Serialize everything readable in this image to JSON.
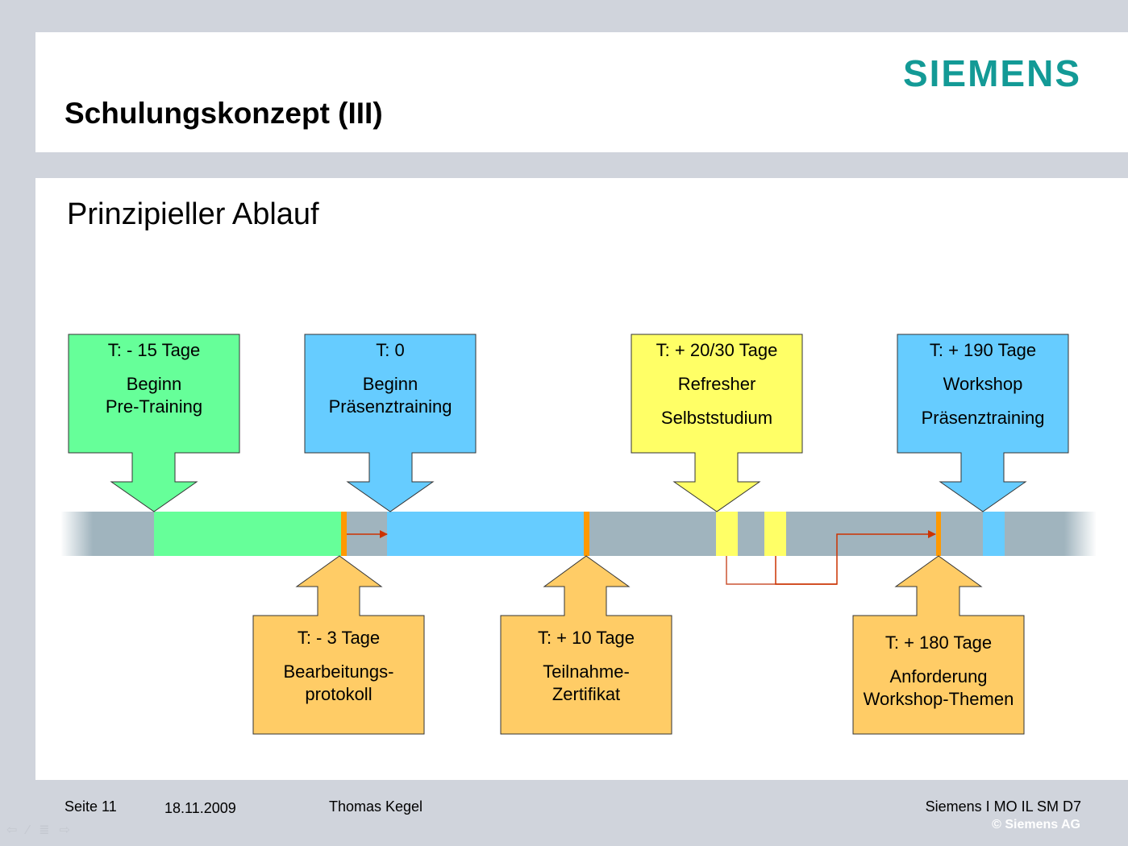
{
  "header": {
    "title": "Schulungskonzept (III)",
    "logo": "SIEMENS"
  },
  "subtitle": "Prinzipieller Ablauf",
  "callouts_top": [
    {
      "time": "T: - 15 Tage",
      "lines": [
        "Beginn",
        "Pre-Training"
      ],
      "color": "#66ff99"
    },
    {
      "time": "T: 0",
      "lines": [
        "Beginn",
        "Präsenztraining"
      ],
      "color": "#66ccff"
    },
    {
      "time": "T: + 20/30 Tage",
      "lines": [
        "Refresher",
        "Selbststudium"
      ],
      "color": "#ffff66"
    },
    {
      "time": "T: + 190 Tage",
      "lines": [
        "Workshop",
        "Präsenztraining"
      ],
      "color": "#66ccff"
    }
  ],
  "callouts_bottom": [
    {
      "time": "T: - 3 Tage",
      "lines": [
        "Bearbeitungs-",
        "protokoll"
      ],
      "color": "#ffcc66"
    },
    {
      "time": "T: + 10 Tage",
      "lines": [
        "Teilnahme-",
        "Zertifikat"
      ],
      "color": "#ffcc66"
    },
    {
      "time": "T: + 180 Tage",
      "lines": [
        "Anforderung",
        "Workshop-Themen"
      ],
      "color": "#ffcc66"
    }
  ],
  "footer": {
    "page": "Seite 11",
    "date": "18.11.2009",
    "author": "Thomas Kegel",
    "org": "Siemens I MO IL SM D7",
    "copyright": "© Siemens AG"
  }
}
